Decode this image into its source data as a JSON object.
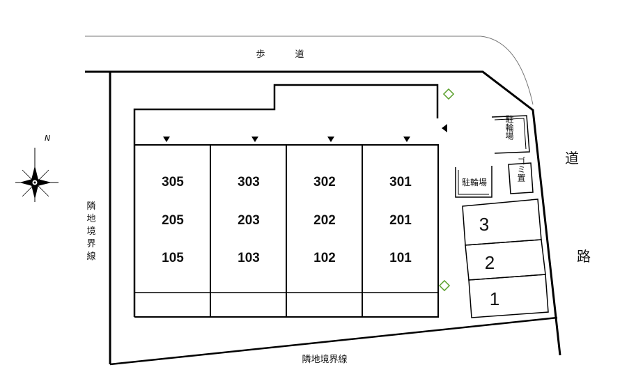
{
  "sidewalk_label": [
    "歩",
    "道"
  ],
  "road_label": [
    "道",
    "路"
  ],
  "left_boundary_label": [
    "隣",
    "地",
    "境",
    "界",
    "線"
  ],
  "bottom_boundary_label": "隣地境界線",
  "compass": {
    "north": "N"
  },
  "units": [
    {
      "column": 1,
      "floors": [
        "305",
        "205",
        "105"
      ]
    },
    {
      "column": 2,
      "floors": [
        "303",
        "203",
        "103"
      ]
    },
    {
      "column": 3,
      "floors": [
        "302",
        "202",
        "102"
      ]
    },
    {
      "column": 4,
      "floors": [
        "301",
        "201",
        "101"
      ]
    }
  ],
  "bike_parking_1": "駐輪場",
  "bike_parking_2": "駐輪場",
  "garbage": "ゴミ置",
  "parking_spaces": [
    "3",
    "2",
    "1"
  ],
  "colors": {
    "line": "#000000",
    "tree": "#5aa02c",
    "curve": "#999999"
  }
}
